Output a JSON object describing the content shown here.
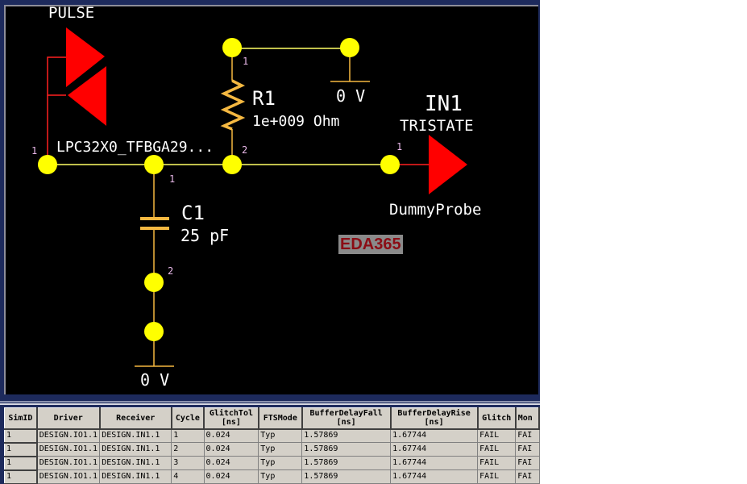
{
  "schematic": {
    "source_label": "PULSE",
    "driver_part": "LPC32X0_TFBGA29...",
    "resistor": {
      "ref": "R1",
      "value": "1e+009 Ohm"
    },
    "capacitor": {
      "ref": "C1",
      "value": "25 pF"
    },
    "ground_top": "0 V",
    "ground_bottom": "0 V",
    "receiver": {
      "ref": "IN1",
      "type": "TRISTATE",
      "model": "DummyProbe"
    },
    "pins": {
      "driver_pin": "1",
      "tap_pin": "1",
      "r1_top_pin": "1",
      "r1_bottom_pin": "2",
      "c1_bottom_pin": "2",
      "receiver_pin": "1"
    },
    "watermark": "EDA365",
    "colors": {
      "wire": "#ffff00",
      "component": "#f5b841",
      "symbol": "#ff0000",
      "background": "#000000"
    }
  },
  "results": {
    "columns": [
      "SimID",
      "Driver",
      "Receiver",
      "Cycle",
      "GlitchTol [ns]",
      "FTSMode",
      "BufferDelayFall [ns]",
      "BufferDelayRise [ns]",
      "Glitch",
      "Mon"
    ],
    "rows": [
      [
        "1",
        "DESIGN.IO1.1",
        "DESIGN.IN1.1",
        "1",
        "0.024",
        "Typ",
        "1.57869",
        "1.67744",
        "FAIL",
        "FAI"
      ],
      [
        "1",
        "DESIGN.IO1.1",
        "DESIGN.IN1.1",
        "2",
        "0.024",
        "Typ",
        "1.57869",
        "1.67744",
        "FAIL",
        "FAI"
      ],
      [
        "1",
        "DESIGN.IO1.1",
        "DESIGN.IN1.1",
        "3",
        "0.024",
        "Typ",
        "1.57869",
        "1.67744",
        "FAIL",
        "FAI"
      ],
      [
        "1",
        "DESIGN.IO1.1",
        "DESIGN.IN1.1",
        "4",
        "0.024",
        "Typ",
        "1.57869",
        "1.67744",
        "FAIL",
        "FAI"
      ]
    ]
  }
}
